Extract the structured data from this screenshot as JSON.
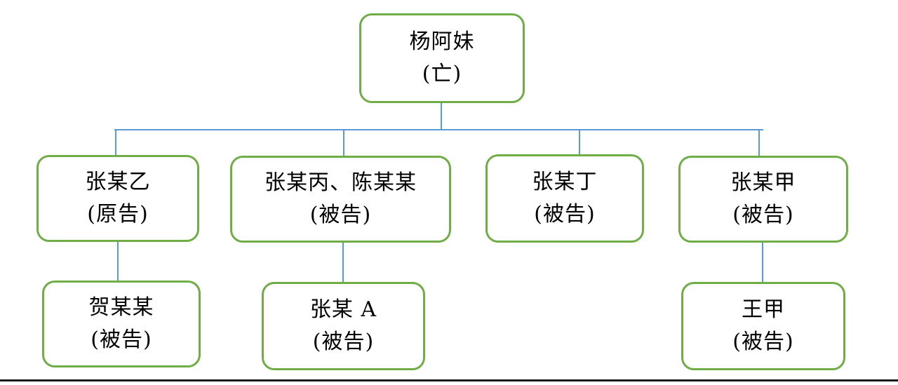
{
  "diagram": {
    "type": "family-litigation-tree",
    "colors": {
      "node_border": "#70AD47",
      "connector": "#5B9BD5",
      "bottom_rule": "#1a1a1a",
      "text": "#000000",
      "background": "#ffffff"
    },
    "nodes": [
      {
        "id": "root",
        "name": "杨阿妹",
        "role": "(亡)"
      },
      {
        "id": "child-1",
        "name": "张某乙",
        "role": "(原告)"
      },
      {
        "id": "child-2",
        "name": "张某丙、陈某某",
        "role": "(被告)"
      },
      {
        "id": "child-3",
        "name": "张某丁",
        "role": "(被告)"
      },
      {
        "id": "child-4",
        "name": "张某甲",
        "role": "(被告)"
      },
      {
        "id": "grandchild-1",
        "name": "贺某某",
        "role": "(被告)"
      },
      {
        "id": "grandchild-2",
        "name": "张某 A",
        "role": "(被告)"
      },
      {
        "id": "grandchild-3",
        "name": "王甲",
        "role": "(被告)"
      }
    ],
    "edges": [
      {
        "from": "root",
        "to": "child-1"
      },
      {
        "from": "root",
        "to": "child-2"
      },
      {
        "from": "root",
        "to": "child-3"
      },
      {
        "from": "root",
        "to": "child-4"
      },
      {
        "from": "child-1",
        "to": "grandchild-1"
      },
      {
        "from": "child-2",
        "to": "grandchild-2"
      },
      {
        "from": "child-4",
        "to": "grandchild-3"
      }
    ]
  }
}
